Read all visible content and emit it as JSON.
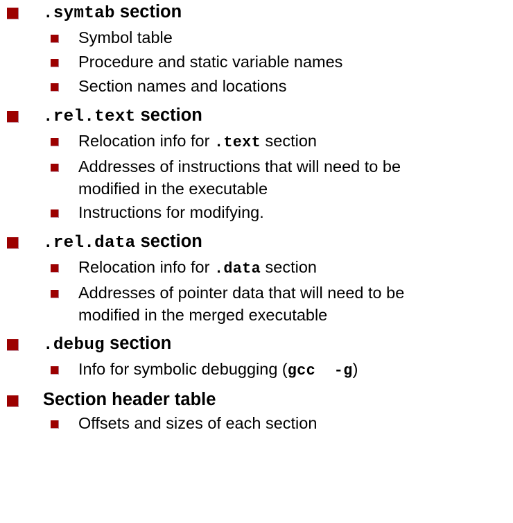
{
  "slide": {
    "background_color": "#ffffff",
    "text_color": "#000000",
    "bullet_color": "#9C0000",
    "sections": [
      {
        "id": "symtab",
        "title_parts": [
          {
            "text": ".symtab",
            "style": "code"
          },
          {
            "text": " section",
            "style": "plain"
          }
        ],
        "title_plain": ".symtab section",
        "items": [
          {
            "plain": "Symbol table",
            "parts": [
              {
                "text": "Symbol table",
                "style": "plain"
              }
            ]
          },
          {
            "plain": "Procedure and static variable names",
            "parts": [
              {
                "text": "Procedure and static variable names",
                "style": "plain"
              }
            ]
          },
          {
            "plain": "Section names and locations",
            "parts": [
              {
                "text": "Section names and locations",
                "style": "plain"
              }
            ]
          }
        ]
      },
      {
        "id": "rel-text",
        "title_parts": [
          {
            "text": ".rel.text",
            "style": "code"
          },
          {
            "text": " section",
            "style": "plain"
          }
        ],
        "title_plain": ".rel.text section",
        "items": [
          {
            "plain": "Relocation info for .text section",
            "parts": [
              {
                "text": "Relocation info for ",
                "style": "plain"
              },
              {
                "text": ".text",
                "style": "code"
              },
              {
                "text": " section",
                "style": "plain"
              }
            ]
          },
          {
            "plain": "Addresses of instructions that will need to be modified in the executable",
            "parts": [
              {
                "text": "Addresses of instructions that will need to be modified in the executable",
                "style": "plain"
              }
            ]
          },
          {
            "plain": "Instructions for modifying.",
            "parts": [
              {
                "text": "Instructions for modifying.",
                "style": "plain"
              }
            ]
          }
        ]
      },
      {
        "id": "rel-data",
        "title_parts": [
          {
            "text": ".rel.data",
            "style": "code"
          },
          {
            "text": " section",
            "style": "plain"
          }
        ],
        "title_plain": ".rel.data section",
        "items": [
          {
            "plain": "Relocation info for .data section",
            "parts": [
              {
                "text": "Relocation info for ",
                "style": "plain"
              },
              {
                "text": ".data",
                "style": "code"
              },
              {
                "text": " section",
                "style": "plain"
              }
            ]
          },
          {
            "plain": "Addresses of pointer data that will need to be modified in the merged executable",
            "parts": [
              {
                "text": "Addresses of pointer data that will need to be modified in the merged executable",
                "style": "plain"
              }
            ]
          }
        ]
      },
      {
        "id": "debug",
        "title_parts": [
          {
            "text": ".debug",
            "style": "code"
          },
          {
            "text": " section",
            "style": "plain"
          }
        ],
        "title_plain": ".debug section",
        "items": [
          {
            "plain": "Info for symbolic debugging (gcc  -g)",
            "parts": [
              {
                "text": "Info for symbolic debugging (",
                "style": "plain"
              },
              {
                "text": "gcc  -g",
                "style": "code"
              },
              {
                "text": ")",
                "style": "plain"
              }
            ]
          }
        ]
      },
      {
        "id": "section-header-table",
        "title_parts": [
          {
            "text": "Section header table",
            "style": "plain"
          }
        ],
        "title_plain": "Section header table",
        "items": [
          {
            "plain": "Offsets and sizes of each section",
            "parts": [
              {
                "text": "Offsets and sizes of each section",
                "style": "plain"
              }
            ]
          }
        ]
      }
    ]
  }
}
